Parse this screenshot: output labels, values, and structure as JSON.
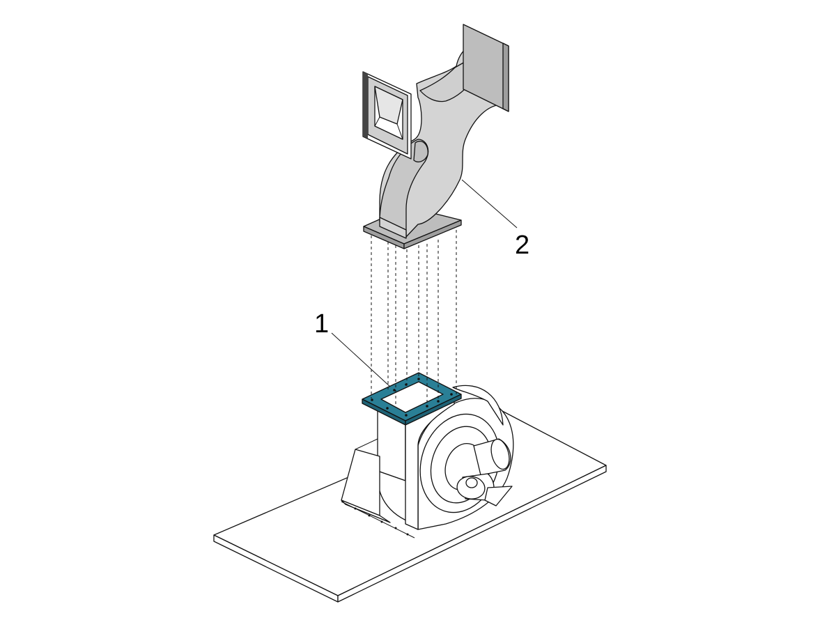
{
  "callouts": [
    {
      "id": "1",
      "text": "1"
    },
    {
      "id": "2",
      "text": "2"
    }
  ],
  "colors": {
    "flange_highlight": "#2a7f96",
    "duct_fill": "#d4d4d4",
    "duct_flange": "#bdbdbd",
    "outline": "#111111",
    "background": "#ffffff"
  }
}
